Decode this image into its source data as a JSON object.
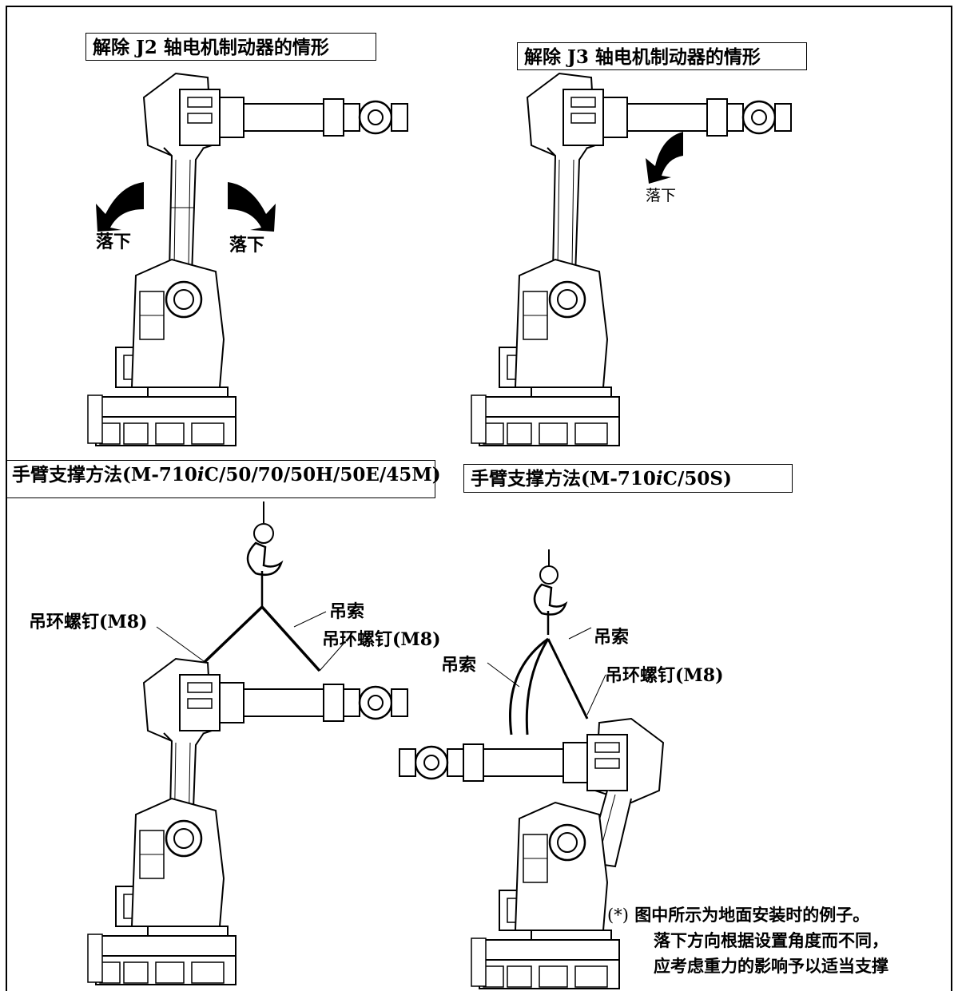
{
  "titles": {
    "j2_release": "解除 J2 轴电机制动器的情形",
    "j3_release": "解除 J3 轴电机制动器的情形",
    "support_main": "手臂支撑方法(M-710iC/50/70/50H/50E/45M)",
    "support_main_prefix": "手臂支撑方法(M-710",
    "support_main_italic": "i",
    "support_main_suffix": "C/50/70/50H/50E/45M)",
    "support_s": "手臂支撑方法(M-710iC/50S)",
    "support_s_prefix": "手臂支撑方法(M-710",
    "support_s_italic": "i",
    "support_s_suffix": "C/50S)"
  },
  "fall_label": "落下",
  "sling_label": "吊索",
  "eyebolt_label": "吊环螺钉(M8)",
  "note": {
    "marker": "(*)",
    "lines": [
      "图中所示为地面安装时的例子。",
      "落下方向根据设置角度而不同，",
      "应考虑重力的影响予以适当支撑"
    ]
  },
  "colors": {
    "line": "#000000",
    "background": "#ffffff"
  }
}
